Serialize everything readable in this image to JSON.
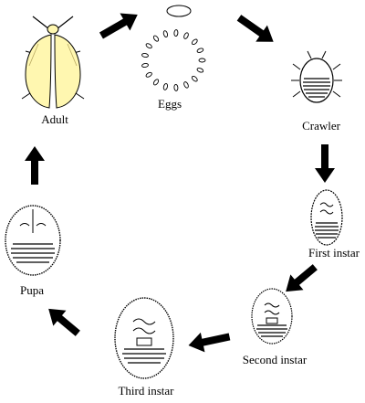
{
  "stages": {
    "adult": "Adult",
    "eggs": "Eggs",
    "crawler": "Crawler",
    "first_instar": "First instar",
    "second_instar": "Second instar",
    "third_instar": "Third instar",
    "pupa": "Pupa"
  },
  "colors": {
    "wing_fill": "#fff7b0",
    "line": "#000000",
    "background": "#ffffff"
  }
}
